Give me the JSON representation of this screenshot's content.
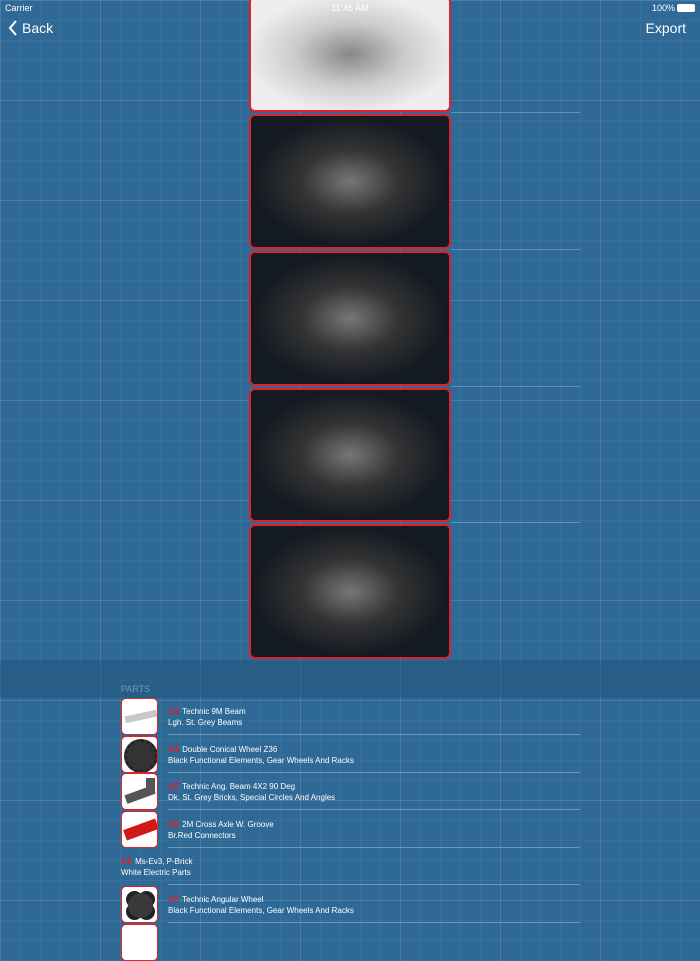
{
  "status": {
    "carrier": "Carrier",
    "time": "11:45 AM",
    "battery": "100%"
  },
  "nav": {
    "back": "Back",
    "export": "Export"
  },
  "photos": [
    "robot-front",
    "robot-top-1",
    "robot-top-2",
    "robot-top-3",
    "parts-layout"
  ],
  "parts_header": "PARTS",
  "parts": [
    {
      "qty": "x1",
      "name": "Technic 9M Beam",
      "category": "Lgh. St. Grey Beams",
      "thumb": "#c8c8c8"
    },
    {
      "qty": "x1",
      "name": "Double Conical Wheel Z36",
      "category": "Black Functional Elements, Gear Wheels And Racks",
      "thumb": "#333333"
    },
    {
      "qty": "x2",
      "name": "Technic Ang. Beam 4X2 90 Deg",
      "category": "Dk. St. Grey Bricks, Special Circles And Angles",
      "thumb": "#555555"
    },
    {
      "qty": "x5",
      "name": "2M Cross Axle W. Groove",
      "category": "Br.Red Connectors",
      "thumb": "#d01818"
    },
    {
      "qty": "x1",
      "name": "Ms-Ev3, P-Brick",
      "category": "White Electric Parts"
    },
    {
      "qty": "x2",
      "name": "Technic Angular Wheel",
      "category": "Black Functional Elements, Gear Wheels And Racks",
      "thumb": "#3a3a3a"
    }
  ],
  "colors": {
    "accent": "#e0212b",
    "background": "#2f6a96"
  }
}
